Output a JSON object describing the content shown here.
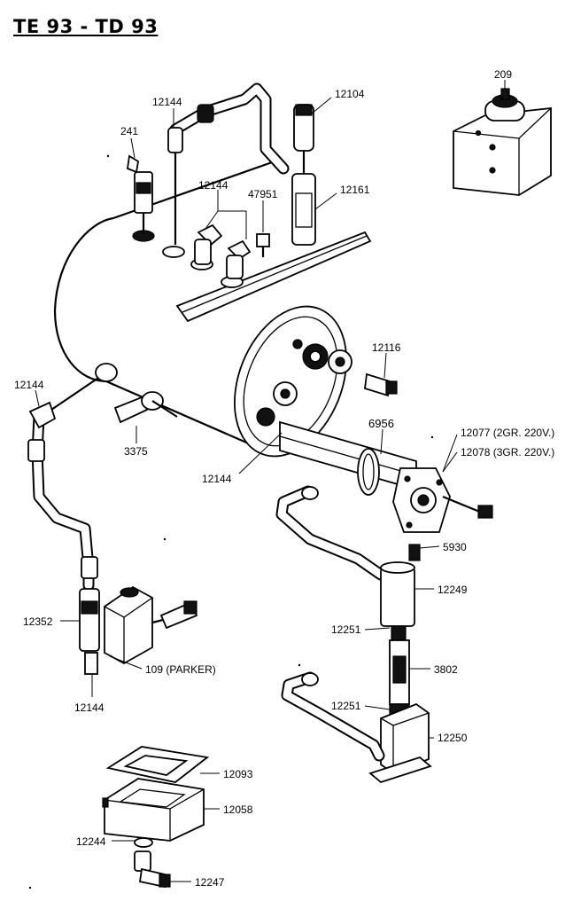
{
  "title": "TE 93 - TD 93",
  "parts": {
    "p209": "209",
    "p241": "241",
    "p12144_top": "12144",
    "p12104": "12104",
    "p12144_mid": "12144",
    "p47951": "47951",
    "p12161": "12161",
    "p12116": "12116",
    "p12144_left": "12144",
    "p3375": "3375",
    "p6956": "6956",
    "p12077": "12077 (2GR. 220V.)",
    "p12078": "12078 (3GR. 220V.)",
    "p12144_center": "12144",
    "p5930": "5930",
    "p12249": "12249",
    "p12352": "12352",
    "p12251_a": "12251",
    "p109": "109 (PARKER)",
    "p3802": "3802",
    "p12144_bottom": "12144",
    "p12251_b": "12251",
    "p12250": "12250",
    "p12093": "12093",
    "p12058": "12058",
    "p12244": "12244",
    "p12247": "12247"
  }
}
